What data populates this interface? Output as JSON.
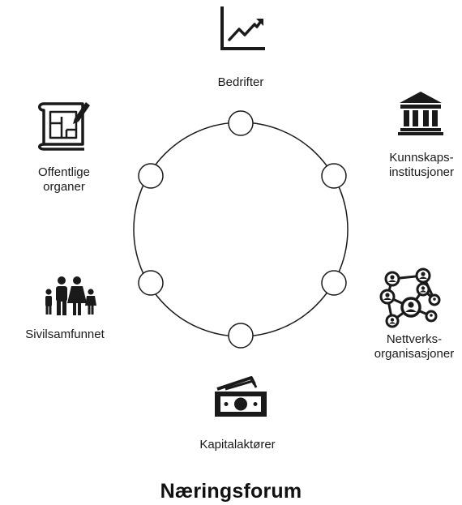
{
  "title": "Næringsforum",
  "stakeholders": {
    "bedrifter": {
      "label": "Bedrifter",
      "icon": "line-chart-icon"
    },
    "kunnskapsinstitusjoner": {
      "label_line1": "Kunnskaps-",
      "label_line2": "institusjoner",
      "icon": "institution-building-icon"
    },
    "nettverksorganisasjoner": {
      "label_line1": "Nettverks-",
      "label_line2": "organisasjoner",
      "icon": "network-people-icon"
    },
    "kapitalaktorer": {
      "label": "Kapitalaktører",
      "icon": "money-bill-icon"
    },
    "sivilsamfunnet": {
      "label": "Sivilsamfunnet",
      "icon": "family-icon"
    },
    "offentlige_organer": {
      "label_line1": "Offentlige",
      "label_line2": "organer",
      "icon": "blueprint-plan-icon"
    }
  },
  "colors": {
    "stroke": "#1a1a1a",
    "background": "#ffffff"
  }
}
